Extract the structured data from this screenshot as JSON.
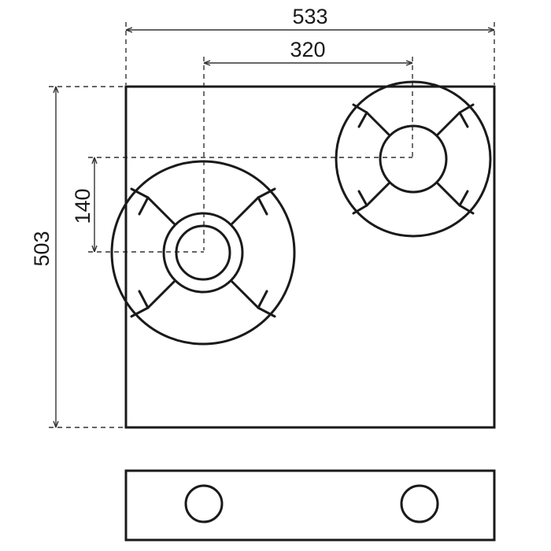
{
  "dimensions": {
    "overall_width": "533",
    "burner_spacing": "320",
    "overall_depth": "503",
    "burner_offset": "140"
  },
  "components": {
    "hob_top": "worktop plate",
    "burners": [
      "large-burner",
      "small-burner"
    ],
    "front_knobs": [
      "left-knob",
      "right-knob"
    ]
  }
}
